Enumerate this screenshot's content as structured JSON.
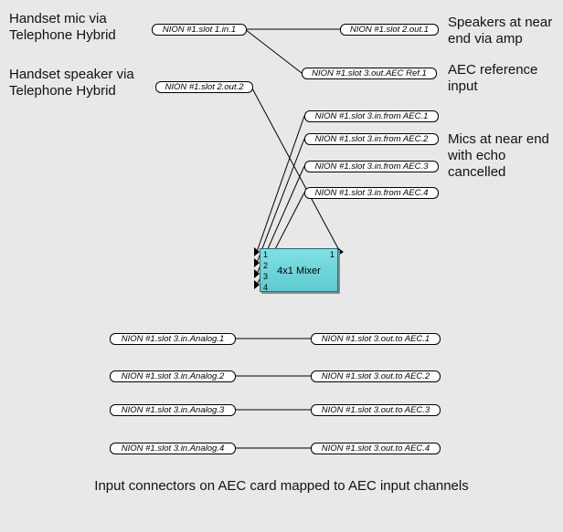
{
  "notes": {
    "handset_mic": "Handset mic via\nTelephone Hybrid",
    "handset_speaker": "Handset speaker via\nTelephone Hybrid",
    "speakers_near_end": "Speakers at near\nend via amp",
    "aec_reference": "AEC reference\ninput",
    "mics_near_end": "Mics at near end\nwith echo\ncancelled"
  },
  "tags": {
    "slot1_in_1": "NION #1.slot 1.in.1",
    "slot2_out_2": "NION #1.slot 2.out.2",
    "slot2_out_1": "NION #1.slot 2.out.1",
    "slot3_aec_ref_1": "NION #1.slot 3.out.AEC Ref.1",
    "from_aec_1": "NION #1.slot 3.in.from AEC.1",
    "from_aec_2": "NION #1.slot 3.in.from AEC.2",
    "from_aec_3": "NION #1.slot 3.in.from AEC.3",
    "from_aec_4": "NION #1.slot 3.in.from AEC.4",
    "analog_1": "NION #1.slot 3.in.Analog.1",
    "analog_2": "NION #1.slot 3.in.Analog.2",
    "analog_3": "NION #1.slot 3.in.Analog.3",
    "analog_4": "NION #1.slot 3.in.Analog.4",
    "to_aec_1": "NION #1.slot 3.out.to AEC.1",
    "to_aec_2": "NION #1.slot 3.out.to AEC.2",
    "to_aec_3": "NION #1.slot 3.out.to AEC.3",
    "to_aec_4": "NION #1.slot 3.out.to AEC.4"
  },
  "mixer": {
    "title": "4x1 Mixer",
    "inputs": [
      "1",
      "2",
      "3",
      "4"
    ],
    "output": "1"
  },
  "caption": "Input connectors on AEC card mapped to AEC input channels"
}
